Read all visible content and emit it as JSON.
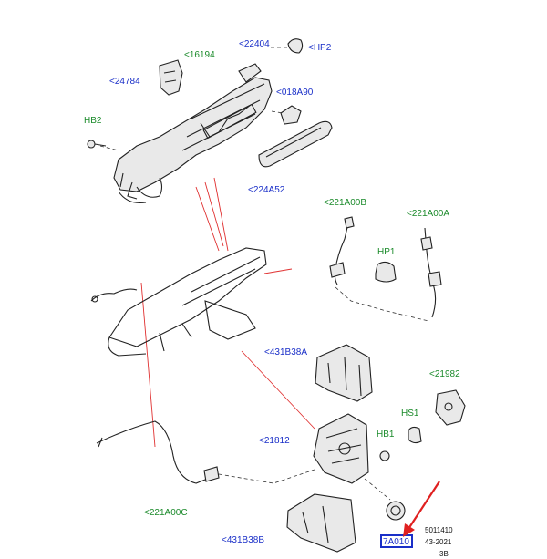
{
  "labels": {
    "l16194": "<16194",
    "l22404": "<22404",
    "lHP2": "<HP2",
    "l24784": "<24784",
    "l018A90": "<018A90",
    "lHB2": "HB2",
    "l224A52": "<224A52",
    "l221A00B": "<221A00B",
    "l221A00A": "<221A00A",
    "lHP1": "HP1",
    "l431B38A": "<431B38A",
    "l21982": "<21982",
    "lHS1": "HS1",
    "l21812": "<21812",
    "lHB1": "HB1",
    "l221A00C": "<221A00C",
    "l431B38B": "<431B38B",
    "l7A010": "7A010"
  },
  "ref": {
    "line1": "5011410",
    "line2": "43-2021",
    "line3": "3B"
  },
  "colors": {
    "link_blue": "#1a2fc8",
    "link_green": "#1a8a2a",
    "highlight_arrow": "#e02020"
  }
}
